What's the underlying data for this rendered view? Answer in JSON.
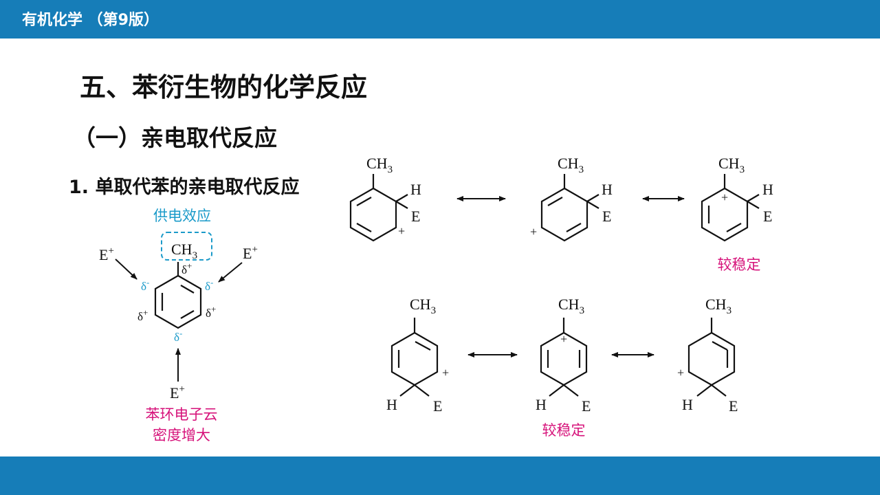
{
  "header": {
    "course_title": "有机化学 （第9版）"
  },
  "slide": {
    "title": "五、苯衍生物的化学反应",
    "subtitle": "（一）亲电取代反应",
    "section": "1. 单取代苯的亲电取代反应"
  },
  "left_figure": {
    "effect_label": "供电效应",
    "substituent": "CH",
    "substituent_sub": "3",
    "electrophile": "E",
    "charge_plus": "+",
    "delta": "δ",
    "density_label_line1": "苯环电子云",
    "density_label_line2": "密度增大"
  },
  "resonance": {
    "methyl": "CH",
    "methyl_sub": "3",
    "H": "H",
    "E": "E",
    "plus": "+",
    "stable_label": "较稳定"
  },
  "colors": {
    "header_bar": "#167db8",
    "accent_cyan": "#1a9ac9",
    "accent_magenta": "#d6127a"
  }
}
